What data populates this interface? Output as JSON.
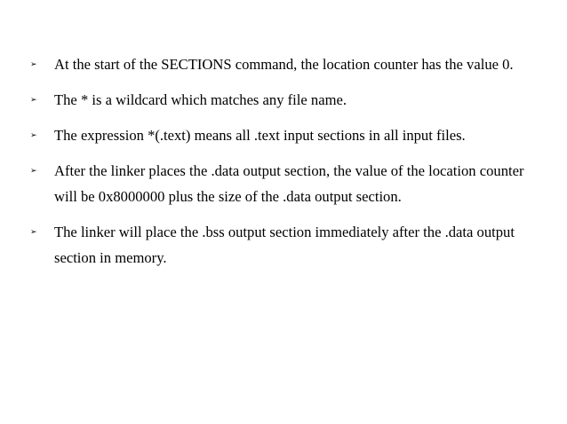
{
  "bullet_icon": "arrowhead-bullet-icon",
  "bullet_glyph": "➢",
  "bullets": [
    "At the start of the SECTIONS command, the location counter has the value 0.",
    "The * is a wildcard which matches any file name.",
    "The expression *(.text) means all .text input sections in all input files.",
    "After the linker places the .data output section, the value of the location counter will be 0x8000000 plus the size of the .data output section.",
    "The linker will place the .bss output section immediately after the .data output section in memory."
  ]
}
